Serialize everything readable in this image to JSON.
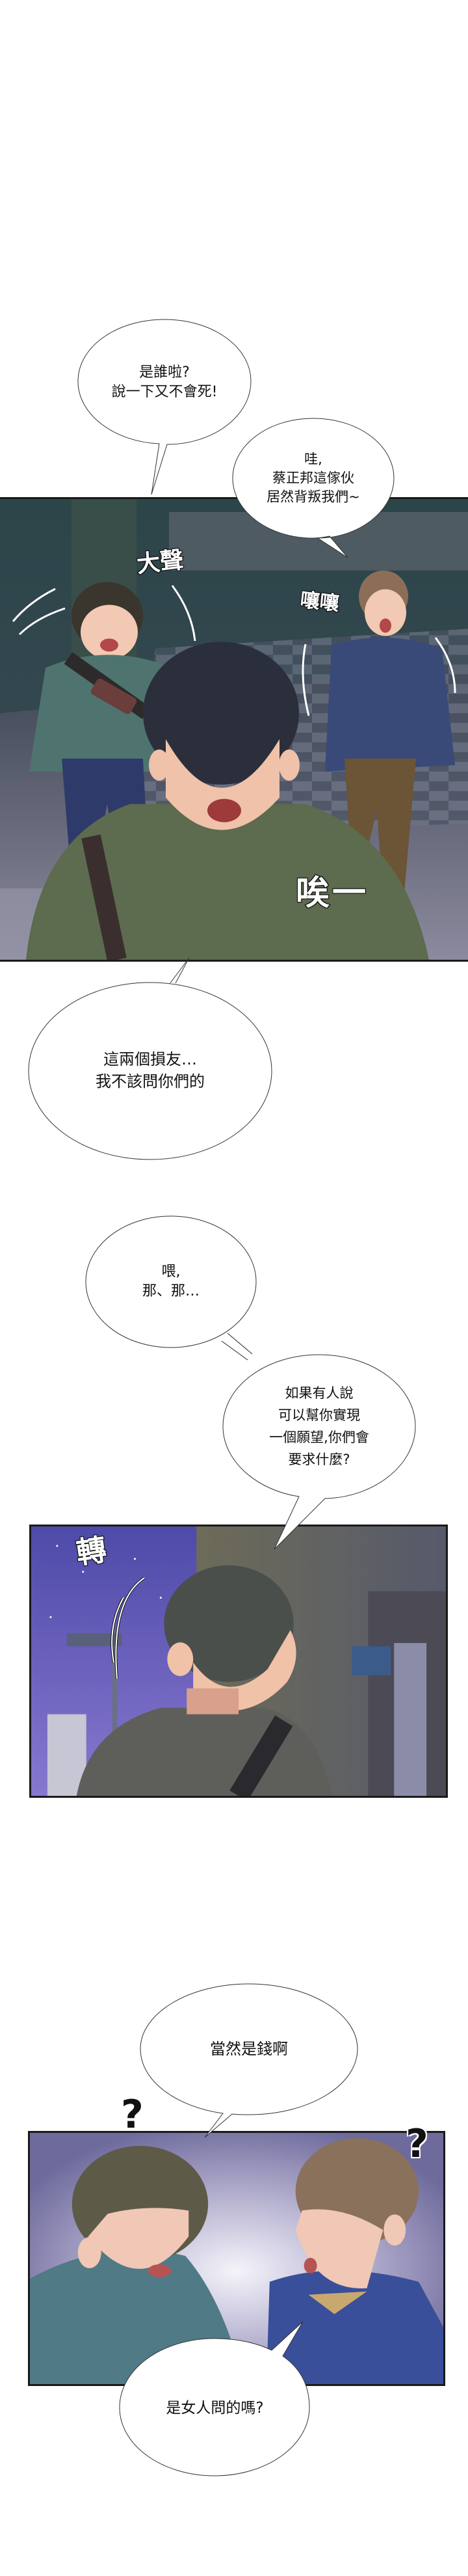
{
  "page": {
    "type": "webtoon-strip",
    "background": "#ffffff"
  },
  "panels": [
    {
      "id": "panel-1",
      "description": "Two friends shouting at main character walking in hallway",
      "colors": {
        "wall": "#2f4a4f",
        "floor_dark": "#3b4552",
        "floor_light": "#8a8a99",
        "green_shirt": "#5d6b4e",
        "teal_sweater": "#4f7470",
        "blue_shirt": "#394a78"
      },
      "sfx": [
        {
          "text": "大聲",
          "meaning": "loudly"
        },
        {
          "text": "嚷嚷",
          "meaning": "clamoring"
        },
        {
          "text": "唉一",
          "meaning": "sigh"
        }
      ]
    },
    {
      "id": "panel-2",
      "description": "Main character turns around at night street",
      "colors": {
        "sky": "#5b55b8",
        "building": "#6f6f6a",
        "shirt": "#5e5f5a"
      },
      "sfx": [
        {
          "text": "轉",
          "meaning": "turn"
        }
      ]
    },
    {
      "id": "panel-3",
      "description": "Two friends looking at each other confused",
      "colors": {
        "bg_top": "#8d87b3",
        "bg_center": "#e8e8f2",
        "teal_sweater": "#4f7a86",
        "blue_shirt": "#3a4f9a"
      },
      "marks": [
        {
          "text": "?"
        },
        {
          "text": "?"
        }
      ]
    }
  ],
  "bubbles": [
    {
      "id": "b1",
      "text": "是誰啦?\n說一下又不會死!"
    },
    {
      "id": "b2",
      "text": "哇,\n蔡正邦這傢伙\n居然背叛我們~"
    },
    {
      "id": "b3",
      "text": "這兩個損友…\n我不該問你們的"
    },
    {
      "id": "b4",
      "text": "喂,\n那、那…"
    },
    {
      "id": "b5",
      "text": "如果有人說\n可以幫你實現\n一個願望,你們會\n要求什麼?"
    },
    {
      "id": "b6",
      "text": "當然是錢啊"
    },
    {
      "id": "b7",
      "text": "是女人問的嗎?"
    }
  ]
}
